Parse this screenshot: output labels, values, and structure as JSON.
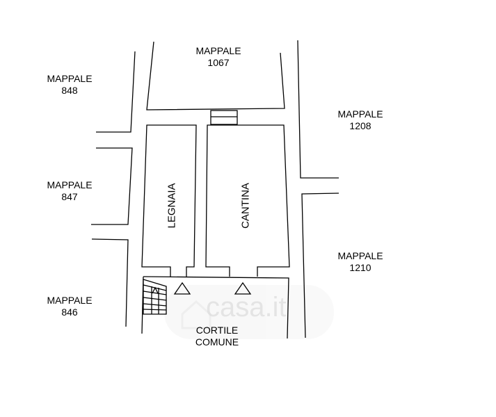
{
  "parcels": {
    "p1067": {
      "line1": "MAPPALE",
      "line2": "1067"
    },
    "p848": {
      "line1": "MAPPALE",
      "line2": "848"
    },
    "p1208": {
      "line1": "MAPPALE",
      "line2": "1208"
    },
    "p847": {
      "line1": "MAPPALE",
      "line2": "847"
    },
    "p1210": {
      "line1": "MAPPALE",
      "line2": "1210"
    },
    "p846": {
      "line1": "MAPPALE",
      "line2": "846"
    }
  },
  "rooms": {
    "legnaia": "LEGNAIA",
    "cantina": "CANTINA"
  },
  "courtyard": {
    "line1": "CORTILE",
    "line2": "COMUNE"
  },
  "watermark": "casa.it",
  "colors": {
    "line": "#000000",
    "background": "#ffffff",
    "watermark": "#dcdcdc"
  }
}
